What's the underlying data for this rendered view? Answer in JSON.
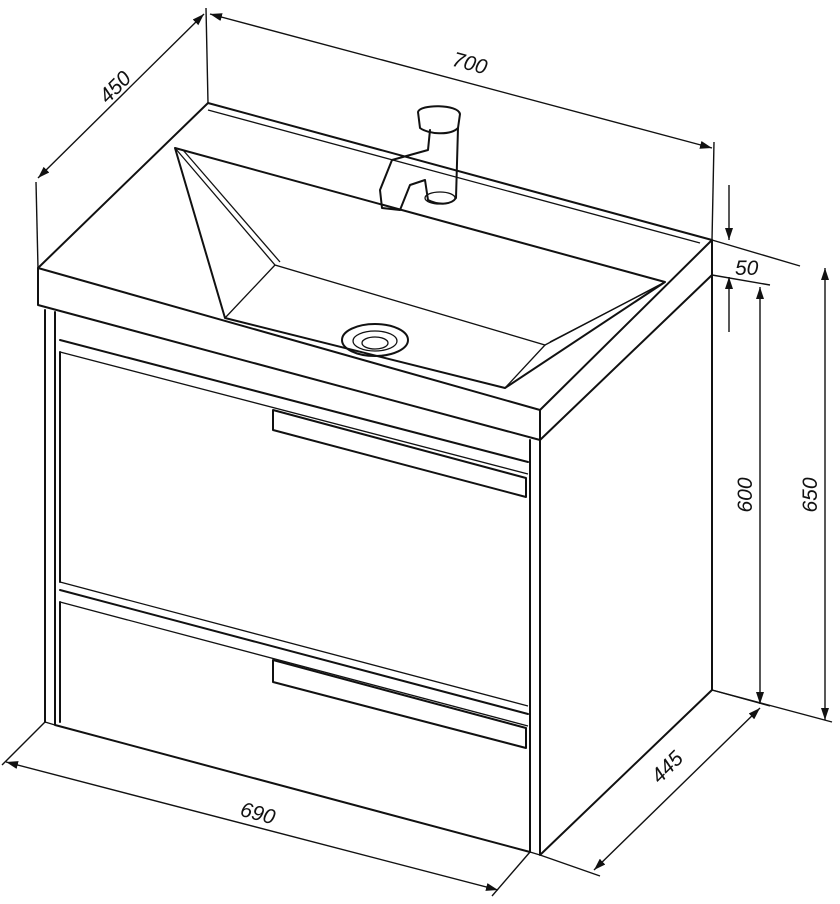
{
  "title": "Vanity unit with sink – dimension drawing",
  "dimensions": {
    "width_top": "700",
    "depth_top": "450",
    "top_thickness": "50",
    "cabinet_height": "600",
    "total_height": "650",
    "cabinet_width": "690",
    "cabinet_depth": "445"
  }
}
